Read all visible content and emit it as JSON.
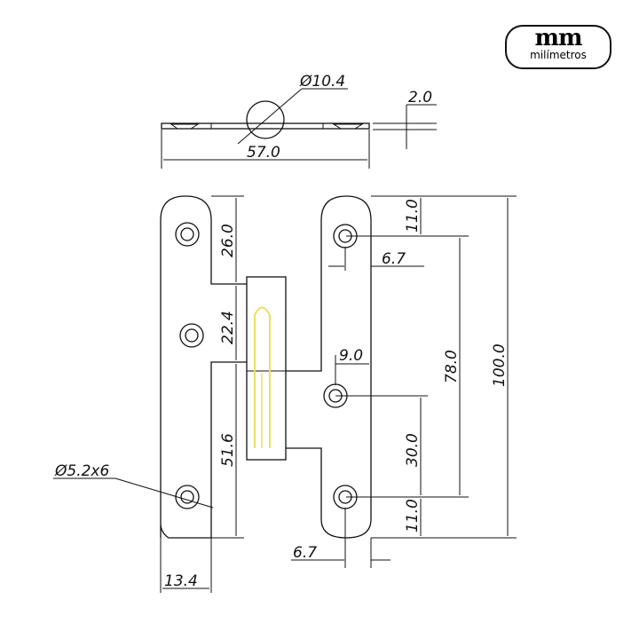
{
  "logo": {
    "mark": "mm",
    "subtitle": "milímetros"
  },
  "dimensions": {
    "pin_diameter": "Ø10.4",
    "thickness": "2.0",
    "total_width": "57.0",
    "top_offset_left": "26.0",
    "knuckle_gap": "22.4",
    "lower_knuckle": "51.6",
    "hole_spec": "Ø5.2x6",
    "leaf_width": "13.4",
    "top_offset_right": "11.0",
    "hole_edge_top": "6.7",
    "center_hole_offset": "9.0",
    "hole_spacing": "78.0",
    "total_height": "100.0",
    "center_to_bottom": "30.0",
    "bottom_offset_right": "11.0",
    "hole_edge_bottom": "6.7"
  },
  "colors": {
    "line": "#111111",
    "pin_highlight": "#e8e060"
  }
}
